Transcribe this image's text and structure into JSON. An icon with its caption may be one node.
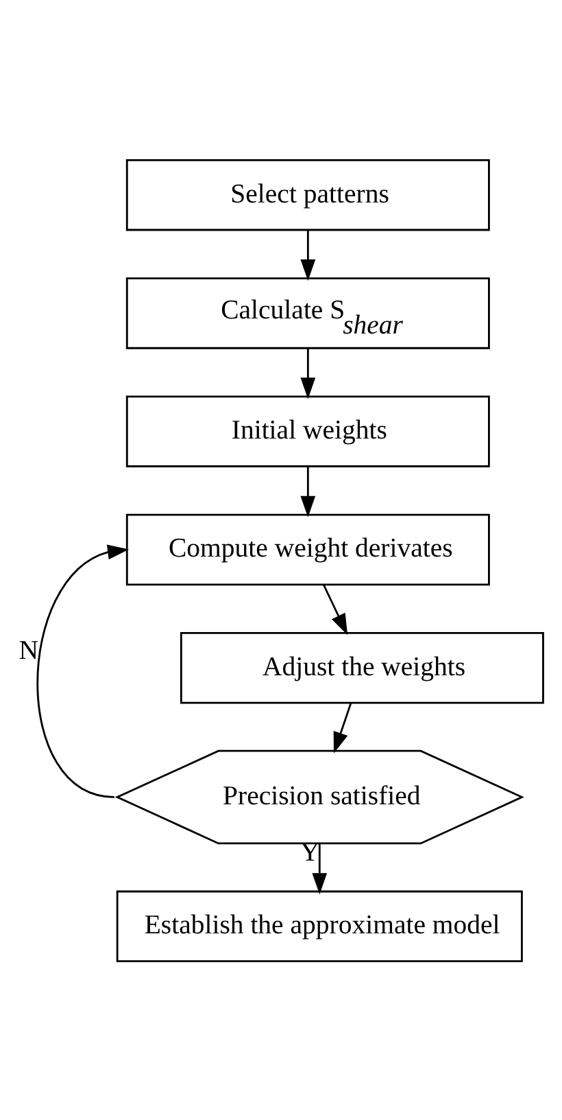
{
  "diagram": {
    "nodes": [
      {
        "text": [
          "Select patterns"
        ]
      },
      {
        "text": [
          "Calculate S$_{shear}$"
        ]
      },
      {
        "text": [
          "Initial weights"
        ]
      },
      {
        "text": [
          "Compute weight derivates"
        ]
      },
      {
        "text": [
          "Adjust the weights"
        ]
      },
      {
        "text": [
          "Precision satisfied"
        ]
      },
      {
        "text": [
          "Establish the approximate model"
        ]
      }
    ],
    "edges": [
      {
        "from": 0,
        "to": 1,
        "arrow": "to"
      },
      {
        "from": 1,
        "to": 2,
        "arrow": "to"
      },
      {
        "from": 2,
        "to": 3,
        "arrow": "to"
      },
      {
        "from": 3,
        "to": 4,
        "arrow": "to"
      },
      {
        "from": 4,
        "to": 5,
        "arrow": "to"
      },
      {
        "from": 5,
        "to": 3,
        "arrow": "to",
        "label": "N"
      },
      {
        "from": 5,
        "to": 6,
        "arrow": "to",
        "label": "Y"
      }
    ]
  }
}
